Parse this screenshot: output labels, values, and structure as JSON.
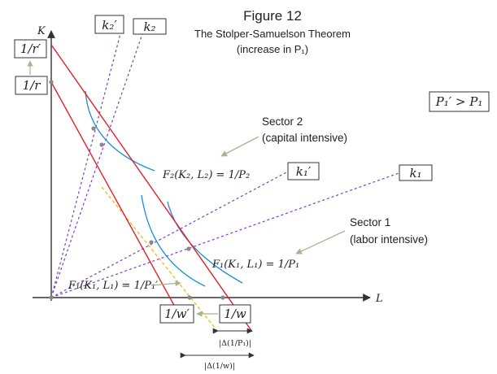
{
  "figure": {
    "title": "Figure 12",
    "subtitle_line1": "The Stolper-Samuelson Theorem",
    "subtitle_line2": "(increase in P₁)"
  },
  "axes": {
    "y_label": "K",
    "x_label": "L"
  },
  "intercept_labels": {
    "k_new": "1/r′",
    "k_old": "1/r",
    "l_new": "1/w′",
    "l_old": "1/w"
  },
  "ray_labels": {
    "k2_new": "k₂′",
    "k2_old": "k₂",
    "k1_new": "k₁′",
    "k1_old": "k₁"
  },
  "condition": "P₁′ > P₁",
  "sectors": {
    "sector2_line1": "Sector 2",
    "sector2_line2": "(capital intensive)",
    "sector1_line1": "Sector 1",
    "sector1_line2": "(labor intensive)"
  },
  "isoquants": {
    "f2": "F₂(K₂, L₂) = 1/P₂",
    "f1": "F₁(K₁, L₁) = 1/P₁",
    "f1_new": "F₁(K₁, L₁) = 1/P₁′"
  },
  "deltas": {
    "delta_p": "|Δ(1/P₁)|",
    "delta_w": "|Δ(1/w)|"
  },
  "colors": {
    "axis": "#333333",
    "isocost": "#e0202a",
    "isoquant": "#1a8fd6",
    "ray": "#7a3fc7",
    "shifted_isoquant": "#f0b400",
    "pointer": "#a7b592",
    "dot": "#888888"
  }
}
